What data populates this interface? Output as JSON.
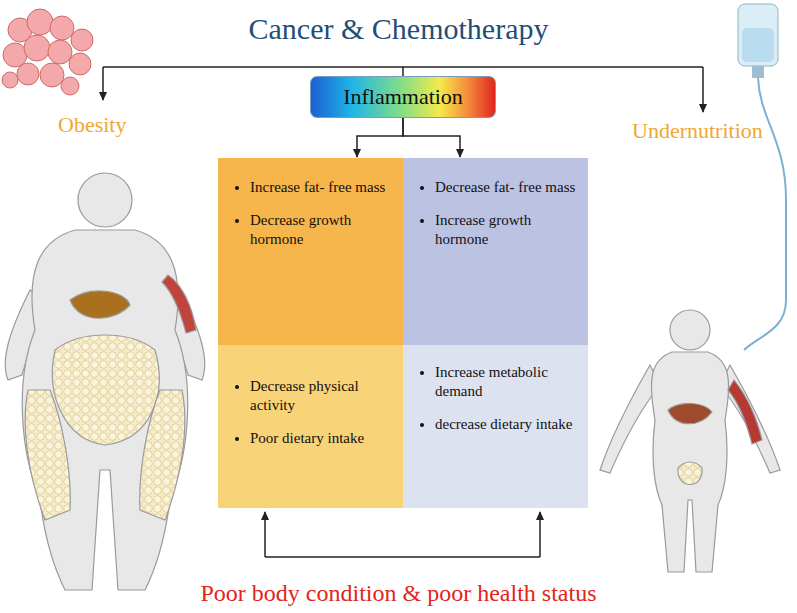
{
  "diagram": {
    "title": "Cancer & Chemotherapy",
    "nodes": [
      {
        "text": [
          "Inflammation"
        ]
      },
      {
        "text": [
          "Increase fat- free mass",
          "Decrease growth hormone"
        ]
      },
      {
        "text": [
          "Decrease fat- free mass",
          "Increase growth hormone"
        ]
      },
      {
        "text": [
          "Decrease physical activity",
          "Poor dietary intake"
        ]
      },
      {
        "text": [
          "Increase metabolic demand",
          "decrease dietary intake"
        ]
      }
    ],
    "edges": [
      {
        "from": 0,
        "to": 1,
        "arrow": "to"
      },
      {
        "from": 0,
        "to": 2,
        "arrow": "to"
      }
    ],
    "labels": [
      "Obesity",
      "Undernutrition",
      "Poor body condition & poor health status"
    ]
  }
}
